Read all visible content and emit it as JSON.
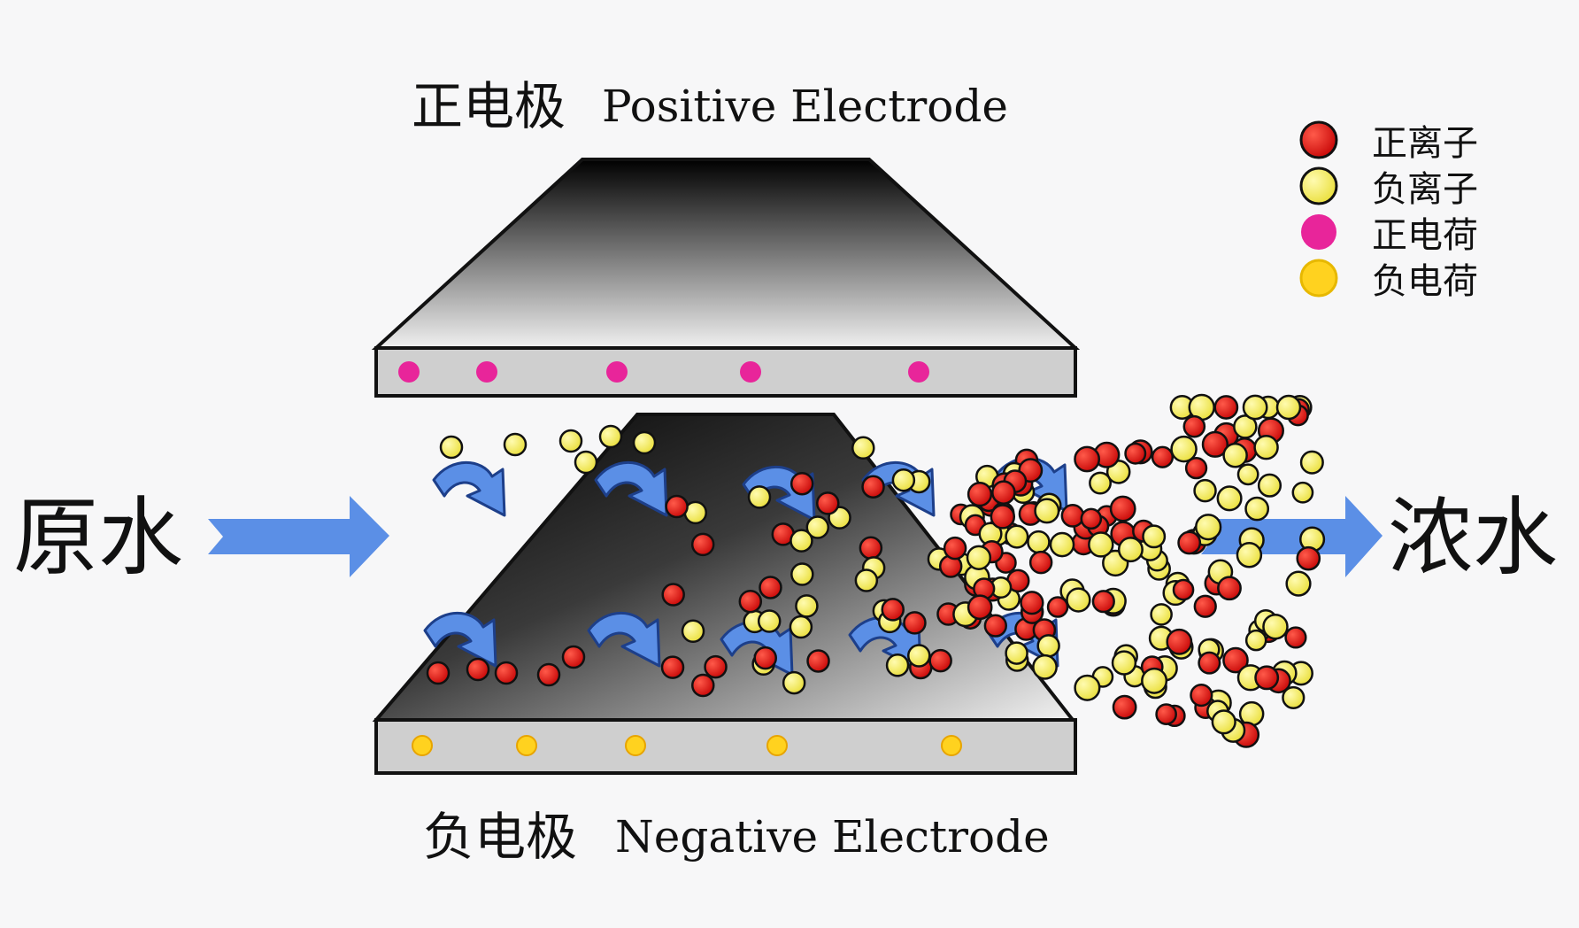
{
  "electrodes": {
    "positive": {
      "label_cn": "正电极",
      "label_en": "Positive Electrode",
      "charge_color": "#e8259a",
      "charge_count": 5
    },
    "negative": {
      "label_cn": "负电极",
      "label_en": "Negative Electrode",
      "charge_color": "#ffd21f",
      "charge_count": 5
    }
  },
  "flow": {
    "inlet_label": "原水",
    "outlet_label": "浓水",
    "arrow_color": "#5b8fe6"
  },
  "legend": [
    {
      "label": "正离子",
      "color": "#e01414",
      "icon": "red-circle"
    },
    {
      "label": "负离子",
      "color": "#f3ea5b",
      "icon": "yellow-circle"
    },
    {
      "label": "正电荷",
      "color": "#e8259a",
      "icon": "magenta-circle"
    },
    {
      "label": "负电荷",
      "color": "#ffd21f",
      "icon": "gold-circle"
    }
  ]
}
